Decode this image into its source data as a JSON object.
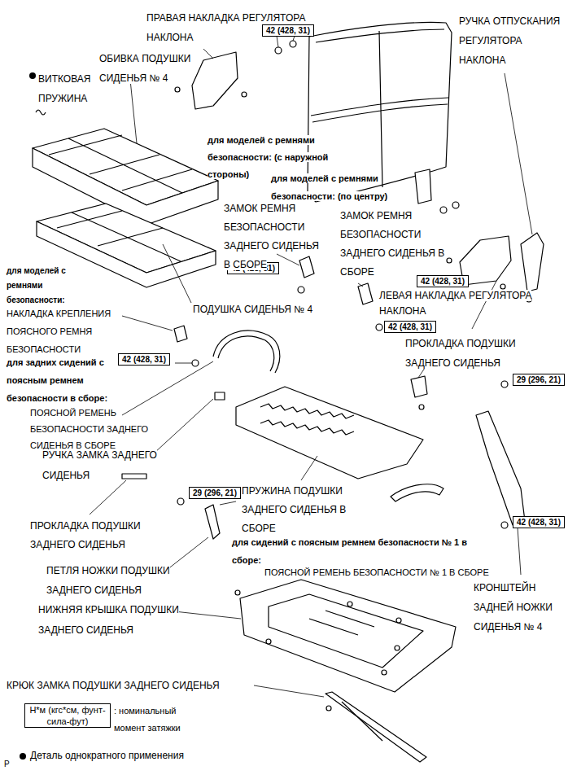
{
  "diagram": {
    "nodes": [
      {
        "text": [
          "42 (428, 31)"
        ]
      },
      {
        "text": [
          "42 (428, 31)"
        ]
      },
      {
        "text": [
          "42 (428, 31)"
        ]
      },
      {
        "text": [
          "42 (428, 31)"
        ]
      },
      {
        "text": [
          "42 (428, 31)"
        ]
      },
      {
        "text": [
          "29 (296, 21)"
        ]
      },
      {
        "text": [
          "29 (296, 21)"
        ]
      },
      {
        "text": [
          "42 (428, 31)"
        ]
      },
      {
        "text": [
          "Н*м (кгс*см, фунт-сила-фут)"
        ]
      }
    ],
    "labels": [
      "ПРАВАЯ НАКЛАДКА РЕГУЛЯТОРА НАКЛОНА",
      "ОБИВКА ПОДУШКИ СИДЕНЬЯ № 4",
      "ВИТКОВАЯ ПРУЖИНА",
      "РУЧКА ОТПУСКАНИЯ РЕГУЛЯТОРА НАКЛОНА",
      "для моделей с ремнями безопасности: (с наружной стороны)",
      "для моделей с ремнями безопасности: (по центру)",
      "ЗАМОК РЕМНЯ БЕЗОПАСНОСТИ ЗАДНЕГО СИДЕНЬЯ В СБОРЕ",
      "ЗАМОК РЕМНЯ БЕЗОПАСНОСТИ ЗАДНЕГО СИДЕНЬЯ В СБОРЕ",
      "ПОДУШКА СИДЕНЬЯ № 4",
      "для моделей с ремнями безопасности:",
      "НАКЛАДКА КРЕПЛЕНИЯ ПОЯСНОГО РЕМНЯ БЕЗОПАСНОСТИ",
      "для задних сидений с поясным ремнем безопасности в сборе:",
      "ЛЕВАЯ НАКЛАДКА РЕГУЛЯТОРА НАКЛОНА",
      "ПРОКЛАДКА ПОДУШКИ ЗАДНЕГО СИДЕНЬЯ",
      "ПОЯСНОЙ РЕМЕНЬ БЕЗОПАСНОСТИ ЗАДНЕГО СИДЕНЬЯ В СБОРЕ",
      "РУЧКА ЗАМКА ЗАДНЕГО СИДЕНЬЯ",
      "ПРУЖИНА ПОДУШКИ ЗАДНЕГО СИДЕНЬЯ В СБОРЕ",
      "ПРОКЛАДКА ПОДУШКИ ЗАДНЕГО СИДЕНЬЯ",
      "для сидений с поясным ремнем безопасности № 1 в сборе:",
      "ПОЯСНОЙ РЕМЕНЬ БЕЗОПАСНОСТИ № 1 В СБОРЕ",
      "ПЕТЛЯ НОЖКИ ПОДУШКИ ЗАДНЕГО СИДЕНЬЯ",
      "КРОНШТЕЙН ЗАДНЕЙ НОЖКИ СИДЕНЬЯ № 4",
      "НИЖНЯЯ КРЫШКА ПОДУШКИ ЗАДНЕГО СИДЕНЬЯ",
      "КРЮК ЗАМКА ПОДУШКИ ЗАДНЕГО СИДЕНЬЯ",
      ": номинальный момент затяжки",
      "P"
    ],
    "legend": [
      {
        "text": "Деталь однократного применения"
      }
    ]
  }
}
